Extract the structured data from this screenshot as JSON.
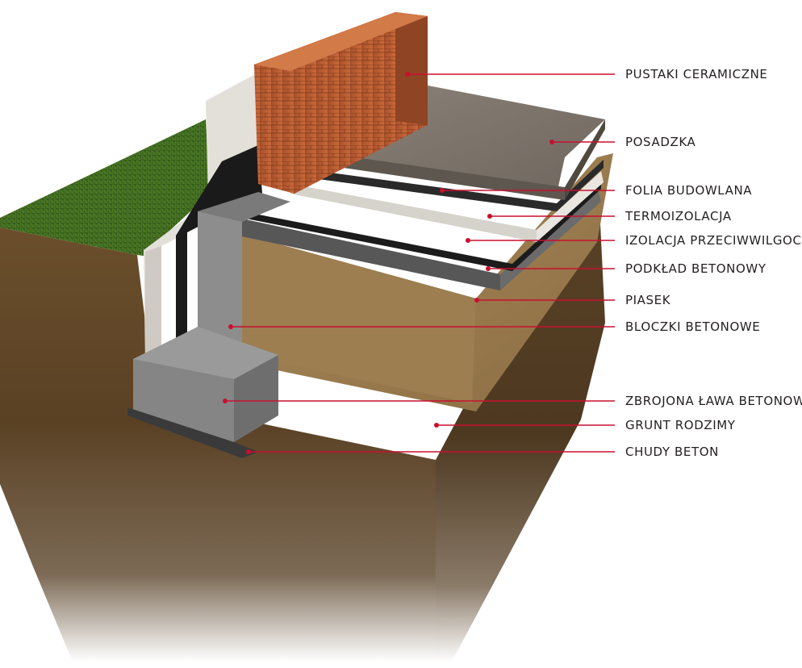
{
  "diagram": {
    "leader_color": "#c8102e",
    "labels": [
      {
        "id": "pustaki",
        "text": "PUSTAKI CERAMICZNE"
      },
      {
        "id": "posadzka",
        "text": "POSADZKA"
      },
      {
        "id": "folia",
        "text": "FOLIA BUDOWLANA"
      },
      {
        "id": "termo",
        "text": "TERMOIZOLACJA"
      },
      {
        "id": "izolacja",
        "text": "IZOLACJA PRZECIWWILGOCIOWA"
      },
      {
        "id": "podklad",
        "text": "PODKŁAD BETONOWY"
      },
      {
        "id": "piasek",
        "text": "PIASEK"
      },
      {
        "id": "bloczki",
        "text": "BLOCZKI BETONOWE"
      },
      {
        "id": "lawa",
        "text": "ZBROJONA ŁAWA BETONOWA"
      },
      {
        "id": "grunt",
        "text": "GRUNT RODZIMY"
      },
      {
        "id": "chudy",
        "text": "CHUDY BETON"
      }
    ]
  }
}
